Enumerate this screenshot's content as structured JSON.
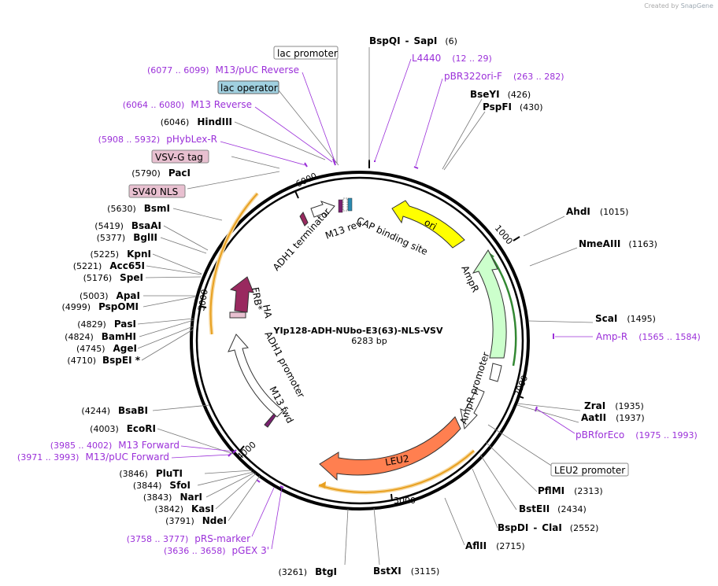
{
  "branding": {
    "prefix": "Created by",
    "app": "SnapGene"
  },
  "plasmid": {
    "name": "YIp128-ADH-NUbo-E3(63)-NLS-VSV",
    "size_text": "6283 bp",
    "length": 6283
  },
  "ticks": [
    "1000",
    "2000",
    "3000",
    "4000",
    "5000",
    "6000"
  ],
  "enzymes": [
    {
      "name": "BspQI",
      "extra": "SapI",
      "pos": "(6)"
    },
    {
      "name": "BseYI",
      "pos": "(426)"
    },
    {
      "name": "PspFI",
      "pos": "(430)"
    },
    {
      "name": "AhdI",
      "pos": "(1015)"
    },
    {
      "name": "NmeAIII",
      "pos": "(1163)"
    },
    {
      "name": "ScaI",
      "pos": "(1495)"
    },
    {
      "name": "ZraI",
      "pos": "(1935)"
    },
    {
      "name": "AatII",
      "pos": "(1937)"
    },
    {
      "name": "PflMI",
      "pos": "(2313)"
    },
    {
      "name": "BstEII",
      "pos": "(2434)"
    },
    {
      "name": "BspDI",
      "extra": "ClaI",
      "pos": "(2552)"
    },
    {
      "name": "AflII",
      "pos": "(2715)"
    },
    {
      "name": "BstXI",
      "pos": "(3115)"
    },
    {
      "name": "BtgI",
      "pos": "(3261)"
    },
    {
      "name": "NdeI",
      "pos": "(3791)"
    },
    {
      "name": "KasI",
      "pos": "(3842)"
    },
    {
      "name": "NarI",
      "pos": "(3843)"
    },
    {
      "name": "SfoI",
      "pos": "(3844)"
    },
    {
      "name": "PluTI",
      "pos": "(3846)"
    },
    {
      "name": "EcoRI",
      "pos": "(4003)"
    },
    {
      "name": "BsaBI",
      "pos": "(4244)"
    },
    {
      "name": "BspEI",
      "suffix": " *",
      "pos": "(4710)"
    },
    {
      "name": "AgeI",
      "pos": "(4745)"
    },
    {
      "name": "BamHI",
      "pos": "(4824)"
    },
    {
      "name": "PasI",
      "pos": "(4829)"
    },
    {
      "name": "PspOMI",
      "pos": "(4999)"
    },
    {
      "name": "ApaI",
      "pos": "(5003)"
    },
    {
      "name": "SpeI",
      "pos": "(5176)"
    },
    {
      "name": "Acc65I",
      "pos": "(5221)"
    },
    {
      "name": "KpnI",
      "pos": "(5225)"
    },
    {
      "name": "BglII",
      "pos": "(5377)"
    },
    {
      "name": "BsaAI",
      "pos": "(5419)"
    },
    {
      "name": "BsmI",
      "pos": "(5630)"
    },
    {
      "name": "PacI",
      "pos": "(5790)"
    },
    {
      "name": "HindIII",
      "pos": "(6046)"
    }
  ],
  "primers": [
    {
      "name": "L4440",
      "range": "(12 .. 29)"
    },
    {
      "name": "pBR322ori-F",
      "range": "(263 .. 282)"
    },
    {
      "name": "Amp-R",
      "range": "(1565 .. 1584)"
    },
    {
      "name": "pBRforEco",
      "range": "(1975 .. 1993)"
    },
    {
      "name": "pRS-marker",
      "range": "(3758 .. 3777)"
    },
    {
      "name": "pGEX 3'",
      "range": "(3636 .. 3658)"
    },
    {
      "name": "M13/pUC Forward",
      "range": "(3971 .. 3993)"
    },
    {
      "name": "M13 Forward",
      "range": "(3985 .. 4002)"
    },
    {
      "name": "pHybLex-R",
      "range": "(5908 .. 5932)"
    },
    {
      "name": "M13 Reverse",
      "range": "(6064 .. 6080)"
    },
    {
      "name": "M13/pUC Reverse",
      "range": "(6077 .. 6099)"
    }
  ],
  "boxed_labels": {
    "lac_promoter": "lac promoter",
    "lac_operator": "lac operator",
    "vsvg_tag": "VSV-G tag",
    "sv40_nls": "SV40 NLS",
    "leu2_promoter": "LEU2 promoter"
  },
  "features": {
    "ori": "ori",
    "ampr": "AmpR",
    "ampr_promoter": "AmpR promoter",
    "leu2": "LEU2",
    "adh1_promoter": "ADH1 promoter",
    "m13_fwd": "M13 fwd",
    "frb": "FRB*",
    "ha": "HA",
    "adh1_terminator": "ADH1 terminator",
    "m13_rev": "M13 rev",
    "cap_site": "CAP binding site"
  },
  "colors": {
    "ori": "#ffff00",
    "ampr": "#ccffcc",
    "leu2": "#ff7f50",
    "frb": "#99295f",
    "outline": "#000000",
    "primer": "#9b30d9",
    "orf_track": "#f0a020",
    "lac_operator_box": "#a0d0e0",
    "tag_box": "#e8c0d0",
    "ampr_orf": "#338833"
  }
}
